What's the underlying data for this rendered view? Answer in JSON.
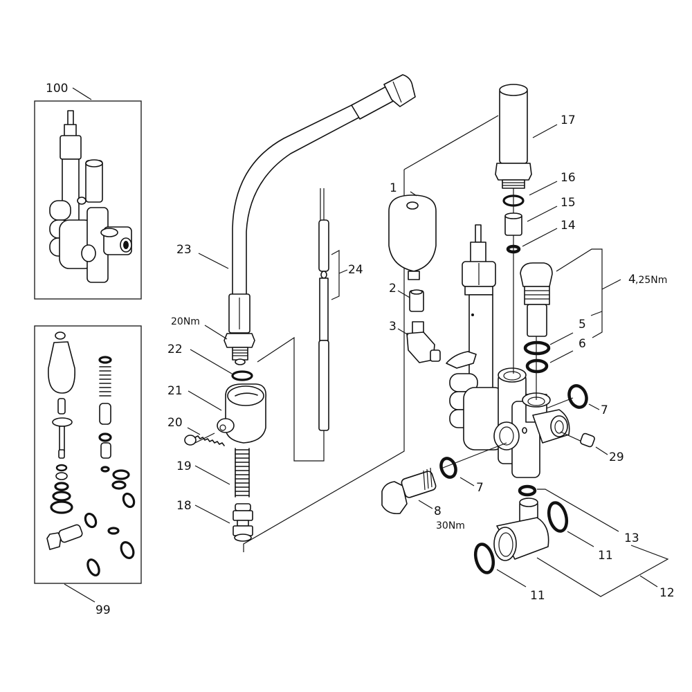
{
  "diagram": {
    "title": "Exploded parts view - unloader valve assembly",
    "callouts": [
      {
        "id": "100",
        "text": "100"
      },
      {
        "id": "99",
        "text": "99"
      },
      {
        "id": "1",
        "text": "1"
      },
      {
        "id": "2",
        "text": "2"
      },
      {
        "id": "3",
        "text": "3"
      },
      {
        "id": "4",
        "text": "4"
      },
      {
        "id": "5",
        "text": "5"
      },
      {
        "id": "6",
        "text": "6"
      },
      {
        "id": "7a",
        "text": "7"
      },
      {
        "id": "7b",
        "text": "7"
      },
      {
        "id": "8",
        "text": "8"
      },
      {
        "id": "11a",
        "text": "11"
      },
      {
        "id": "11b",
        "text": "11"
      },
      {
        "id": "12",
        "text": "12"
      },
      {
        "id": "13",
        "text": "13"
      },
      {
        "id": "14",
        "text": "14"
      },
      {
        "id": "15",
        "text": "15"
      },
      {
        "id": "16",
        "text": "16"
      },
      {
        "id": "17",
        "text": "17"
      },
      {
        "id": "18",
        "text": "18"
      },
      {
        "id": "19",
        "text": "19"
      },
      {
        "id": "20",
        "text": "20"
      },
      {
        "id": "21",
        "text": "21"
      },
      {
        "id": "22",
        "text": "22"
      },
      {
        "id": "23",
        "text": "23"
      },
      {
        "id": "24",
        "text": "24"
      },
      {
        "id": "29",
        "text": "29"
      }
    ],
    "torques": {
      "part4": ",25Nm",
      "part8": "30Nm",
      "part23": "20Nm"
    },
    "insets": [
      {
        "id": "100",
        "description": "Complete unloader valve assembly"
      },
      {
        "id": "99",
        "description": "Repair kit / seal kit"
      }
    ]
  }
}
